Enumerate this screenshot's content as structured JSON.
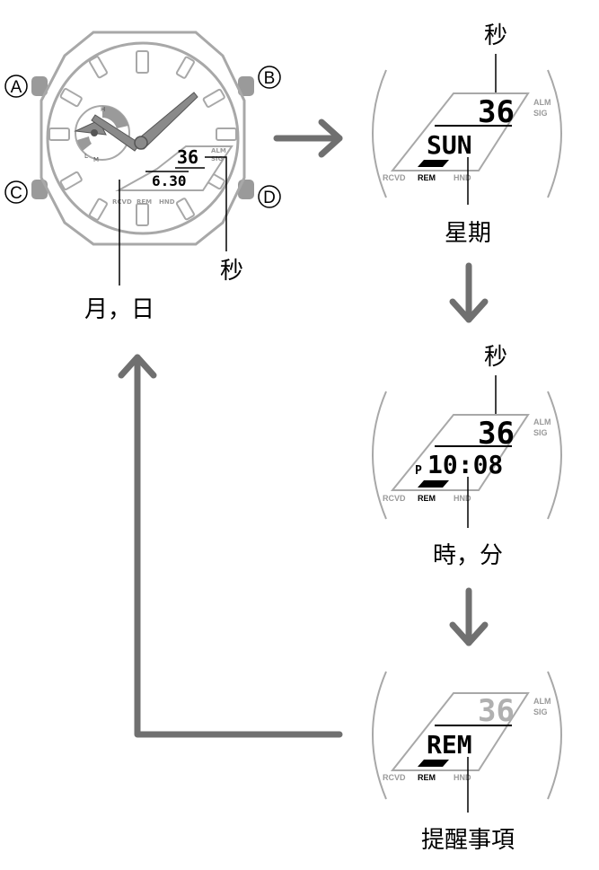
{
  "buttons": {
    "a": "A",
    "b": "B",
    "c": "C",
    "d": "D"
  },
  "watch": {
    "seconds": "36",
    "date": "6.30",
    "alm": "ALM",
    "sig": "SIG",
    "rcvd": "RCVD",
    "rem": "REM",
    "hnd": "HND",
    "subdial_letters": [
      "H",
      "M",
      "L"
    ]
  },
  "labels": {
    "seconds": "秒",
    "month_day": "月，日",
    "weekday": "星期",
    "hour_minute": "時，分",
    "reminder": "提醒事項"
  },
  "screens": {
    "weekday": {
      "seconds": "36",
      "main": "SUN"
    },
    "time": {
      "seconds": "36",
      "pm": "P",
      "main": "10:08"
    },
    "reminder": {
      "seconds": "36",
      "main": "REM"
    }
  },
  "indicators": {
    "alm": "ALM",
    "sig": "SIG",
    "rcvd": "RCVD",
    "rem": "REM",
    "hnd": "HND"
  },
  "colors": {
    "arrow": "#707070",
    "outline": "#a8a8a8",
    "button": "#9a9a9a",
    "dim_digits": "#b0b0b0"
  }
}
